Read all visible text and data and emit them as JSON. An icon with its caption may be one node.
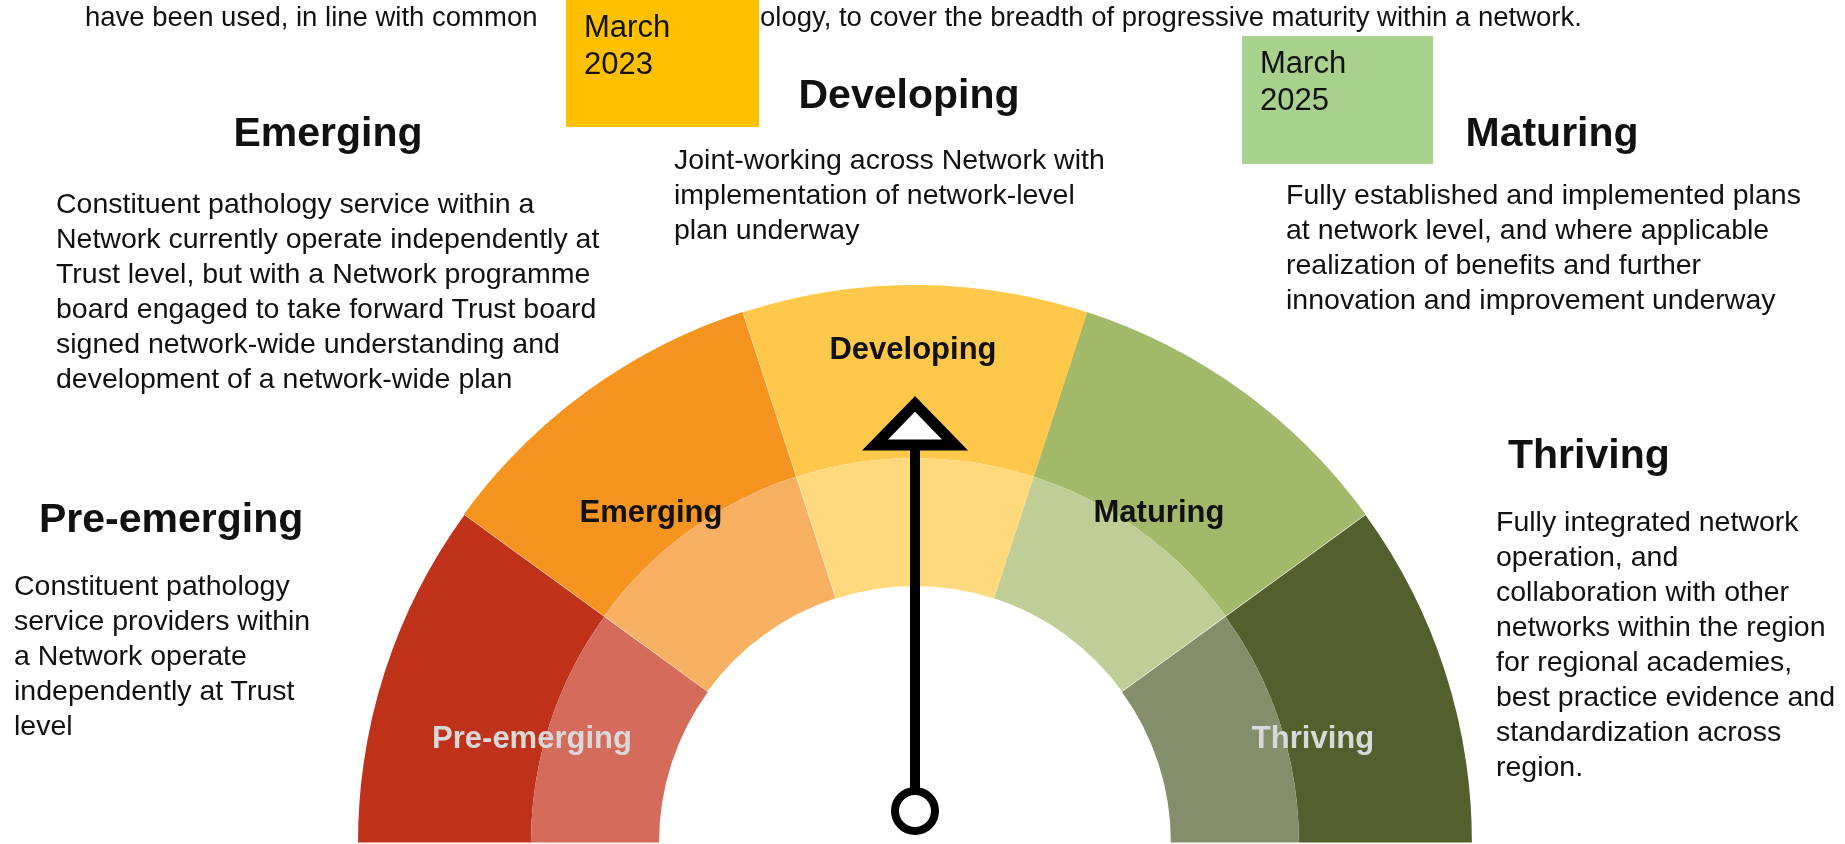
{
  "diagram": {
    "nodes": [
      {
        "text": [
          "March 2023"
        ]
      },
      {
        "text": [
          "March 2025"
        ]
      },
      {
        "text": [
          "Pre-emerging"
        ]
      },
      {
        "text": [
          "Emerging"
        ]
      },
      {
        "text": [
          "Developing"
        ]
      },
      {
        "text": [
          "Maturing"
        ]
      },
      {
        "text": [
          "Thriving"
        ]
      }
    ],
    "edges": [],
    "labels": [
      "have been used, in line with common",
      "ology, to cover the breadth of progressive maturity within a network.",
      "Developing",
      "Joint-working across Network with implementation of network-level plan underway",
      "Emerging",
      "Constituent pathology service within a Network currently operate independently at Trust level, but with a Network programme board engaged to take forward Trust board signed network-wide understanding and development of a network-wide plan",
      "Maturing",
      "Fully established and implemented plans at network level, and where applicable realization of benefits and further innovation and improvement underway",
      "Thriving",
      "Fully integrated network operation, and collaboration with other networks within the region for regional academies, best practice evidence and standardization across region.",
      "Pre-emerging",
      "Constituent pathology service providers within a Network operate independently at Trust level"
    ]
  }
}
